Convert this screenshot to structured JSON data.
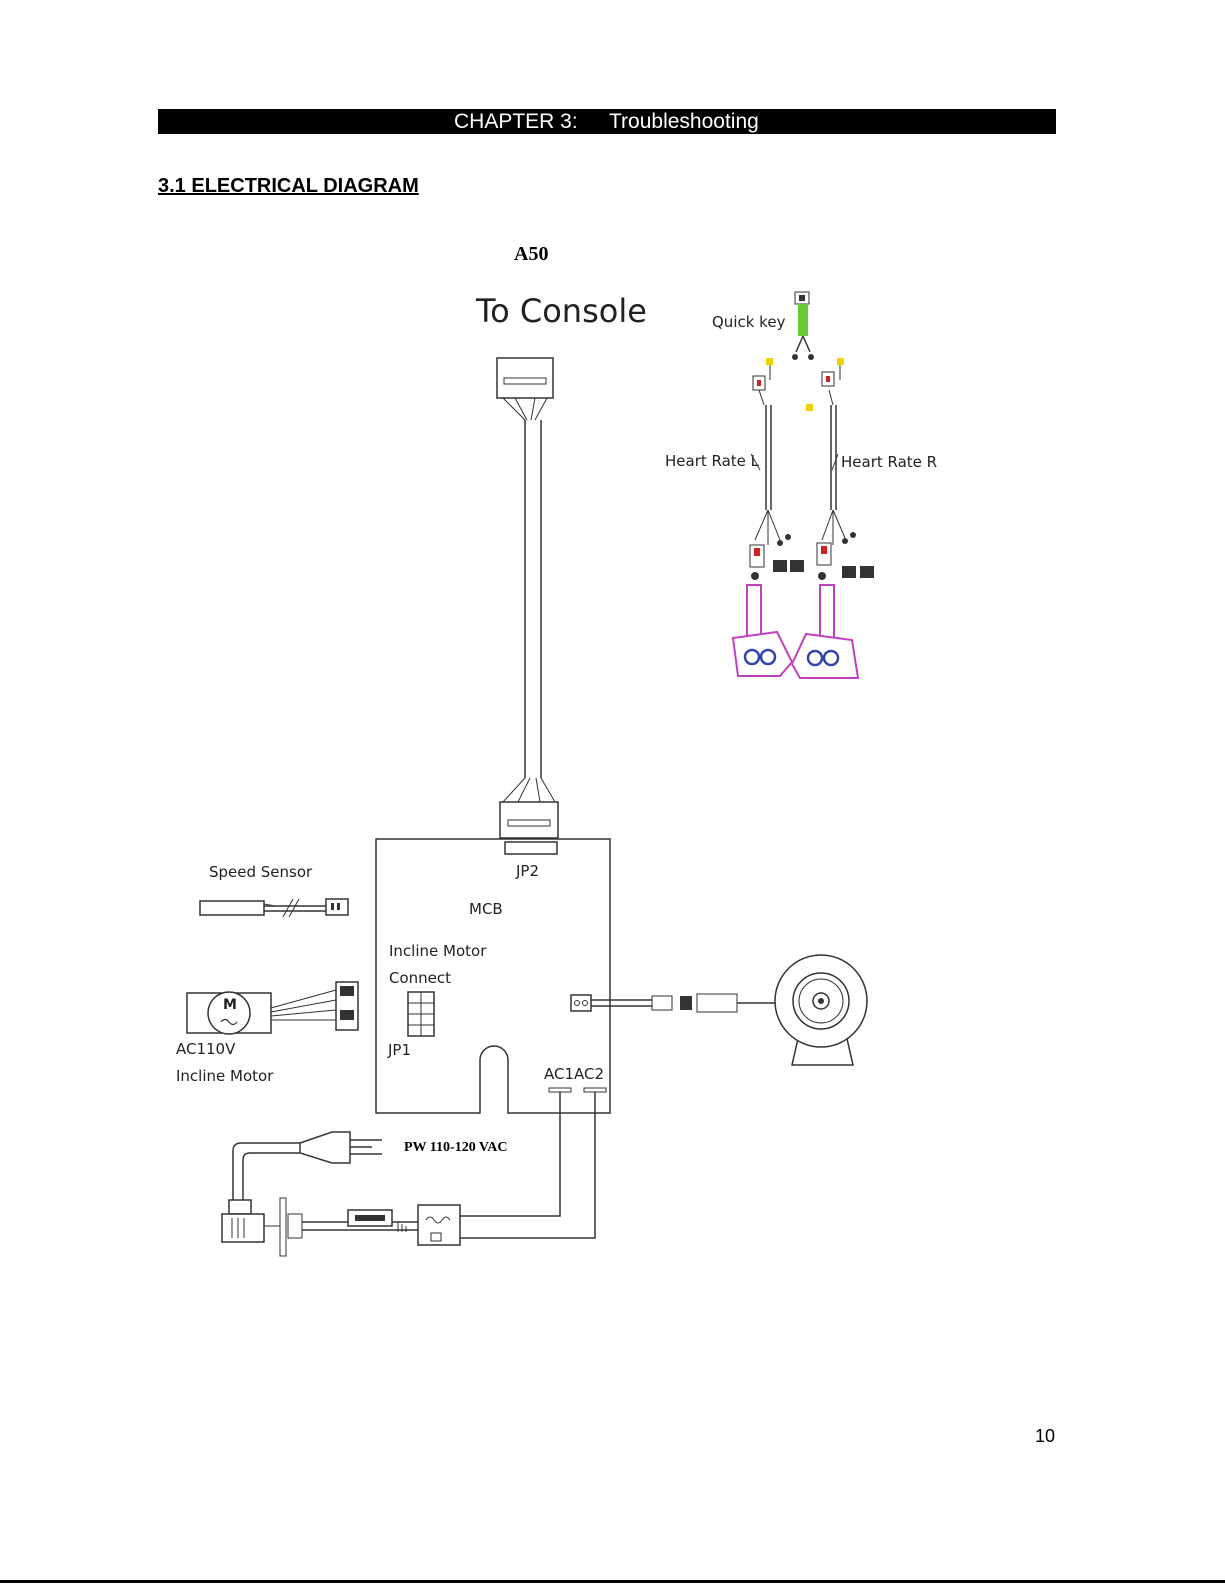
{
  "header": {
    "chapter": "CHAPTER 3:",
    "title": "Troubleshooting"
  },
  "section_title": "3.1 ELECTRICAL DIAGRAM",
  "model": "A50",
  "labels": {
    "to_console": "To Console",
    "quick_key": "Quick key",
    "heart_rate_l": "Heart Rate L",
    "heart_rate_r": "Heart Rate R",
    "jp2": "JP2",
    "mcb": "MCB",
    "speed_sensor": "Speed Sensor",
    "incline_motor_connect_1": "Incline Motor",
    "incline_motor_connect_2": "Connect",
    "jp1": "JP1",
    "motor_m": "M",
    "ac110v": "AC110V",
    "incline_motor": "Incline Motor",
    "ac1ac2": "AC1AC2",
    "power": "PW 110-120 VAC"
  },
  "page_number": "10",
  "colors": {
    "wire": "#333333",
    "handle": "#c040c0",
    "sensor_blue": "#3344aa",
    "quick_key": "#66cc33",
    "accent": "#f2d200"
  }
}
